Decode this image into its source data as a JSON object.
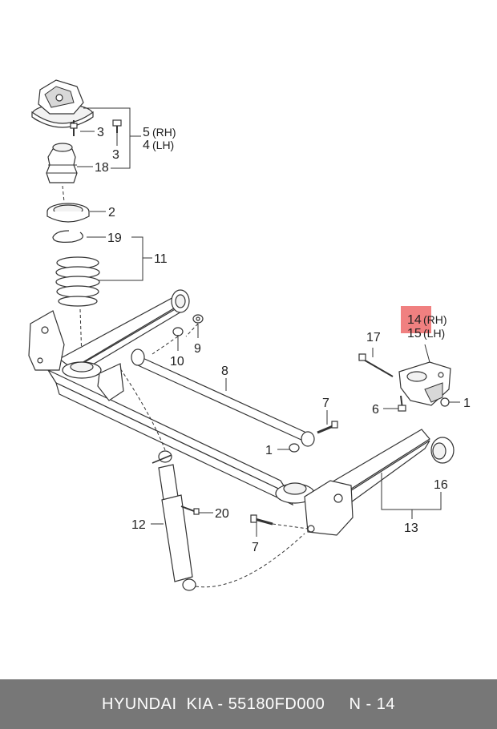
{
  "callouts": {
    "c1a": "1",
    "c1b": "1",
    "c2": "2",
    "c3a": "3",
    "c3b": "3",
    "c4": "4",
    "c4_side": "(LH)",
    "c5": "5",
    "c5_side": "(RH)",
    "c6": "6",
    "c7a": "7",
    "c7b": "7",
    "c8": "8",
    "c9": "9",
    "c10": "10",
    "c11": "11",
    "c12": "12",
    "c13": "13",
    "c14": "14",
    "c14_side": "(RH)",
    "c15": "15",
    "c15_side": "(LH)",
    "c16": "16",
    "c17": "17",
    "c18": "18",
    "c19": "19",
    "c20": "20"
  },
  "highlight_color": "#f08080",
  "footer": {
    "brand": "HYUNDAI  KIA",
    "separator": " - ",
    "part_number": "55180FD000",
    "position": "N - 14"
  }
}
